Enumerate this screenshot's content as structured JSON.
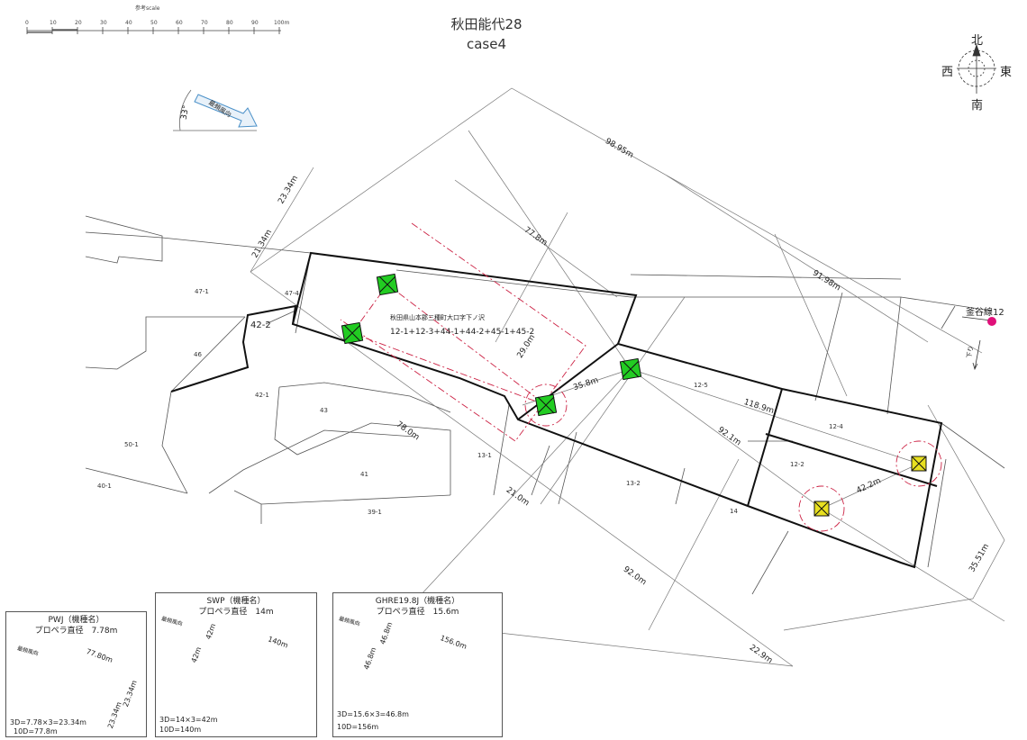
{
  "title": {
    "line1": "秋田能代28",
    "line2": "case4"
  },
  "scale": {
    "caption": "参考scale",
    "ticks": [
      "0",
      "10",
      "20",
      "30",
      "40",
      "50",
      "60",
      "70",
      "80",
      "90",
      "100m"
    ]
  },
  "compass": {
    "north": "北",
    "south": "南",
    "east": "東",
    "west": "西"
  },
  "wind": {
    "angle": "33°",
    "arrow_label": "最頻風向"
  },
  "site": {
    "address": "秋田県山本郡三種町大口字下ノ沢",
    "lots": "12-1+12-3+44-1+44-2+45-1+45-2"
  },
  "road": {
    "name": "釜谷線12",
    "direction": "下り"
  },
  "parcels": [
    "47-1",
    "47-4",
    "42-2",
    "46",
    "42-1",
    "43",
    "50-1",
    "40-1",
    "41",
    "39-1",
    "13-1",
    "13-2",
    "14",
    "12-5",
    "12-4",
    "12-2"
  ],
  "distances": [
    "23.34m",
    "21.34m",
    "98.95m",
    "77.8m",
    "91.98m",
    "29.0m",
    "35.8m",
    "78.0m",
    "118.9m",
    "92.1m",
    "21.0m",
    "42.2m",
    "92.0m",
    "35.51m",
    "22.9m"
  ],
  "turbines": [
    {
      "type": "green"
    },
    {
      "type": "green"
    },
    {
      "type": "green"
    },
    {
      "type": "green"
    },
    {
      "type": "yellow"
    },
    {
      "type": "yellow"
    }
  ],
  "legend_pwj": {
    "title": "PWJ（機種名）",
    "rotor": "プロペラ直径　7.78m",
    "wind": "最頻風向",
    "dim_long": "77.80m",
    "dim_a": "23.34m",
    "dim_b": "23.34m",
    "formula1": "3D=7.78×3=23.34m",
    "formula2": "10D=77.8m"
  },
  "legend_swp": {
    "title": "SWP（機種名）",
    "rotor": "プロペラ直径　14m",
    "wind": "最頻風向",
    "dim_long": "140m",
    "dim_a": "42m",
    "dim_b": "42m",
    "formula1": "3D=14×3=42m",
    "formula2": "10D=140m"
  },
  "legend_ghre": {
    "title": "GHRE19.8J（機種名）",
    "rotor": "プロペラ直径　15.6m",
    "wind": "最頻風向",
    "dim_long": "156.0m",
    "dim_a": "46.8m",
    "dim_b": "46.8m",
    "formula1": "3D=15.6×3=46.8m",
    "formula2": "10D=156m"
  },
  "colors": {
    "turbine_green": "#22cc22",
    "turbine_yellow": "#e8e020",
    "buffer_red": "#cc2244",
    "road_marker": "#e0107a",
    "wind_arrow": "#4a90c8"
  }
}
